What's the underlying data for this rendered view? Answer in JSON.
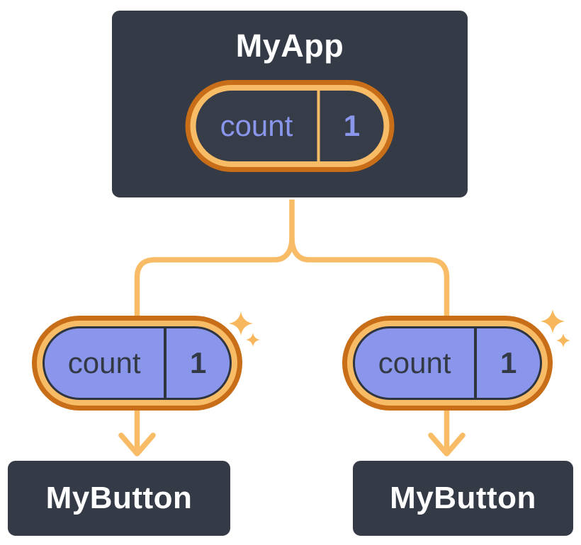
{
  "tree": {
    "root": {
      "title": "MyApp",
      "state": {
        "label": "count",
        "value": "1"
      }
    },
    "children": [
      {
        "title": "MyButton",
        "state": {
          "label": "count",
          "value": "1"
        }
      },
      {
        "title": "MyButton",
        "state": {
          "label": "count",
          "value": "1"
        }
      }
    ]
  },
  "icons": {
    "sparkle": "four-point-star"
  },
  "colors": {
    "background": "#FFFFFF",
    "node_fill": "#343A46",
    "node_border": "#FFFFFF",
    "node_title_text": "#FFFFFF",
    "ring_outer_orange": "#C86E18",
    "ring_inner_orange": "#F9BC66",
    "pill_dark_fill": "#363C48",
    "pill_dark_text": "#8A96EC",
    "pill_light_fill": "#8A96EC",
    "pill_light_text": "#333945",
    "pill_light_border": "#2F3540",
    "connector_line": "#F9BC66",
    "sparkle": "#F7B75C"
  }
}
